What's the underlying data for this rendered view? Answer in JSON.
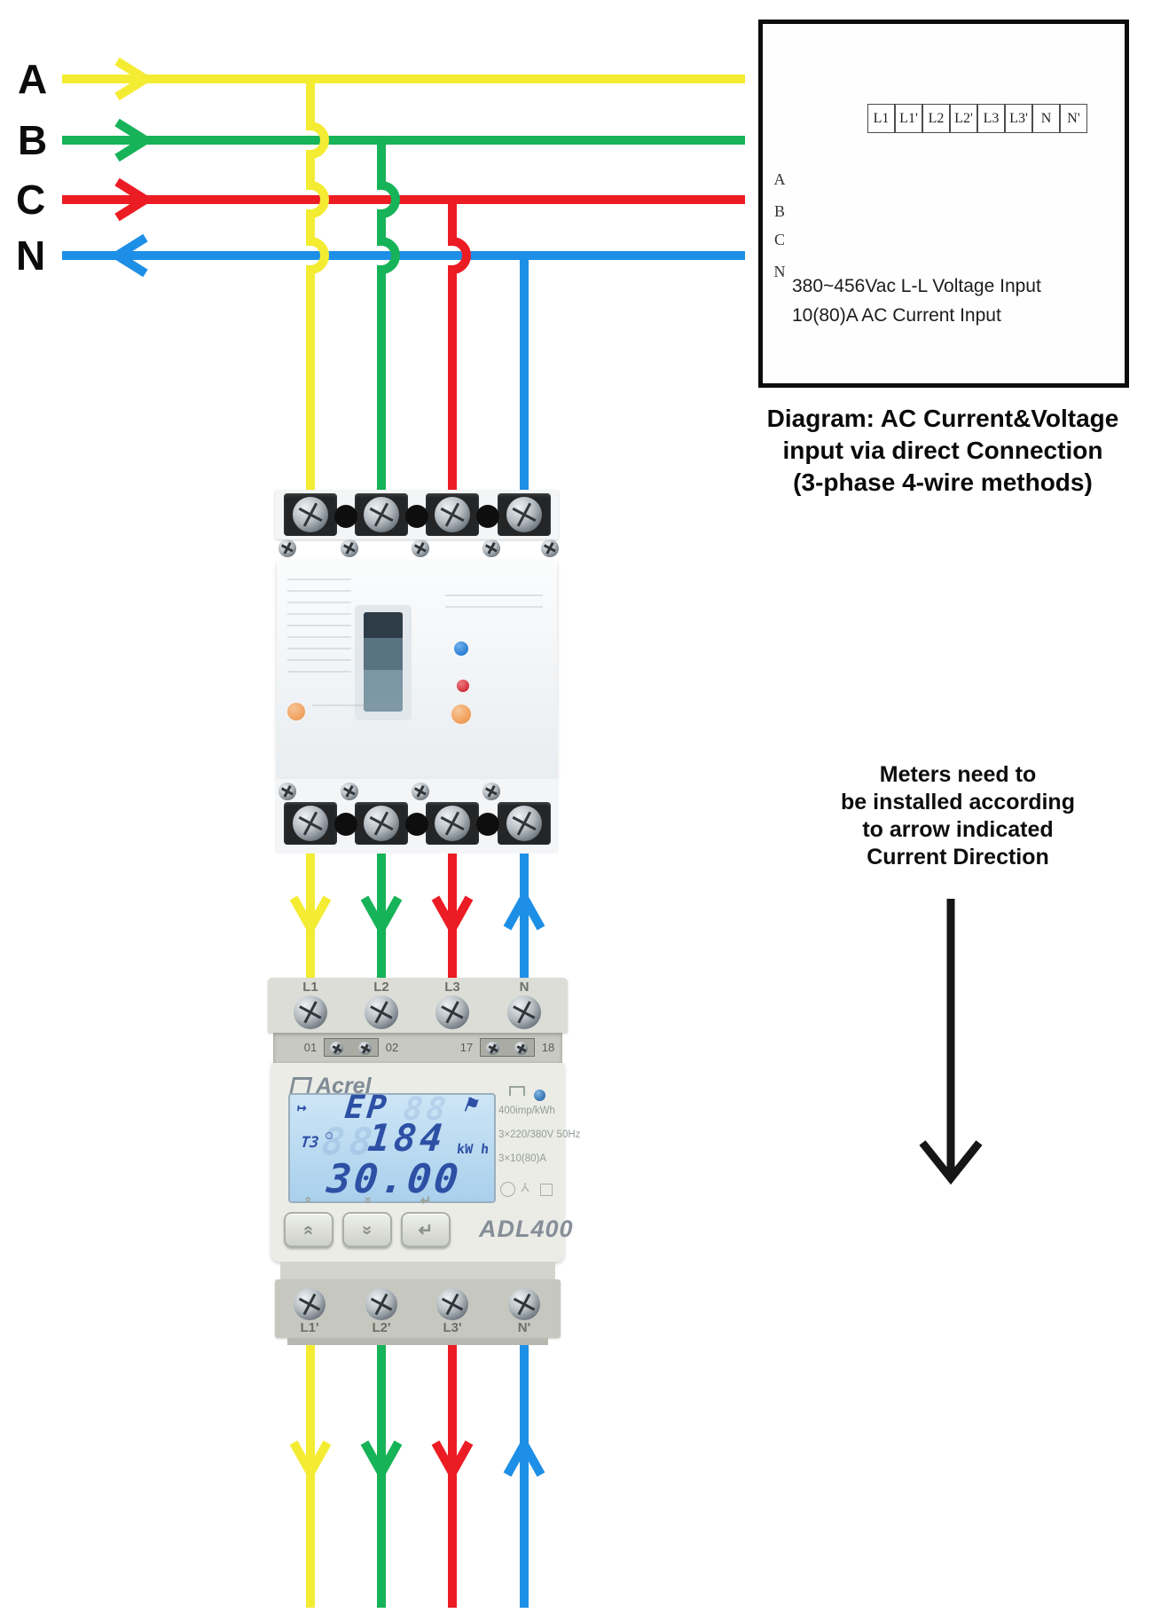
{
  "phase_labels": [
    "A",
    "B",
    "C",
    "N"
  ],
  "colors": {
    "phase_a": "#F4EC33",
    "phase_b": "#17B358",
    "phase_c": "#EC1C24",
    "phase_n": "#1E8FE6",
    "lcd_digits": "#2D50A5"
  },
  "wiring_box": {
    "terminals": [
      "L1",
      "L1'",
      "L2",
      "L2'",
      "L3",
      "L3'",
      "N",
      "N'"
    ],
    "row_labels": [
      "A",
      "B",
      "C",
      "N"
    ],
    "spec_lines": [
      "380~456Vac L-L Voltage Input",
      "10(80)A AC Current Input"
    ]
  },
  "caption_lines": [
    "Diagram: AC Current&Voltage",
    "input via direct Connection",
    "(3-phase 4-wire methods)"
  ],
  "note_lines": [
    "Meters need to",
    "be installed according",
    "to arrow indicated",
    "Current Direction"
  ],
  "meter": {
    "brand": "Acrel",
    "model": "ADL400",
    "top_terminals": [
      "L1",
      "L2",
      "L3",
      "N"
    ],
    "aux_terminals": [
      "01",
      "02",
      "17",
      "18"
    ],
    "bottom_terminals": [
      "L1'",
      "L2'",
      "L3'",
      "N'"
    ],
    "lcd": {
      "pointer_icon": "arrow-right-icon",
      "flag_icon": "flag-icon",
      "tariff": "T3",
      "row1": "EP",
      "row2": "184",
      "unit": "kW h",
      "row3": "30.00"
    },
    "specs": [
      "400imp/kWh",
      "3×220/380V 50Hz",
      "3×10(80)A"
    ],
    "buttons": [
      {
        "icon": "chevron-up"
      },
      {
        "icon": "chevron-down"
      },
      {
        "icon": "enter"
      }
    ]
  }
}
